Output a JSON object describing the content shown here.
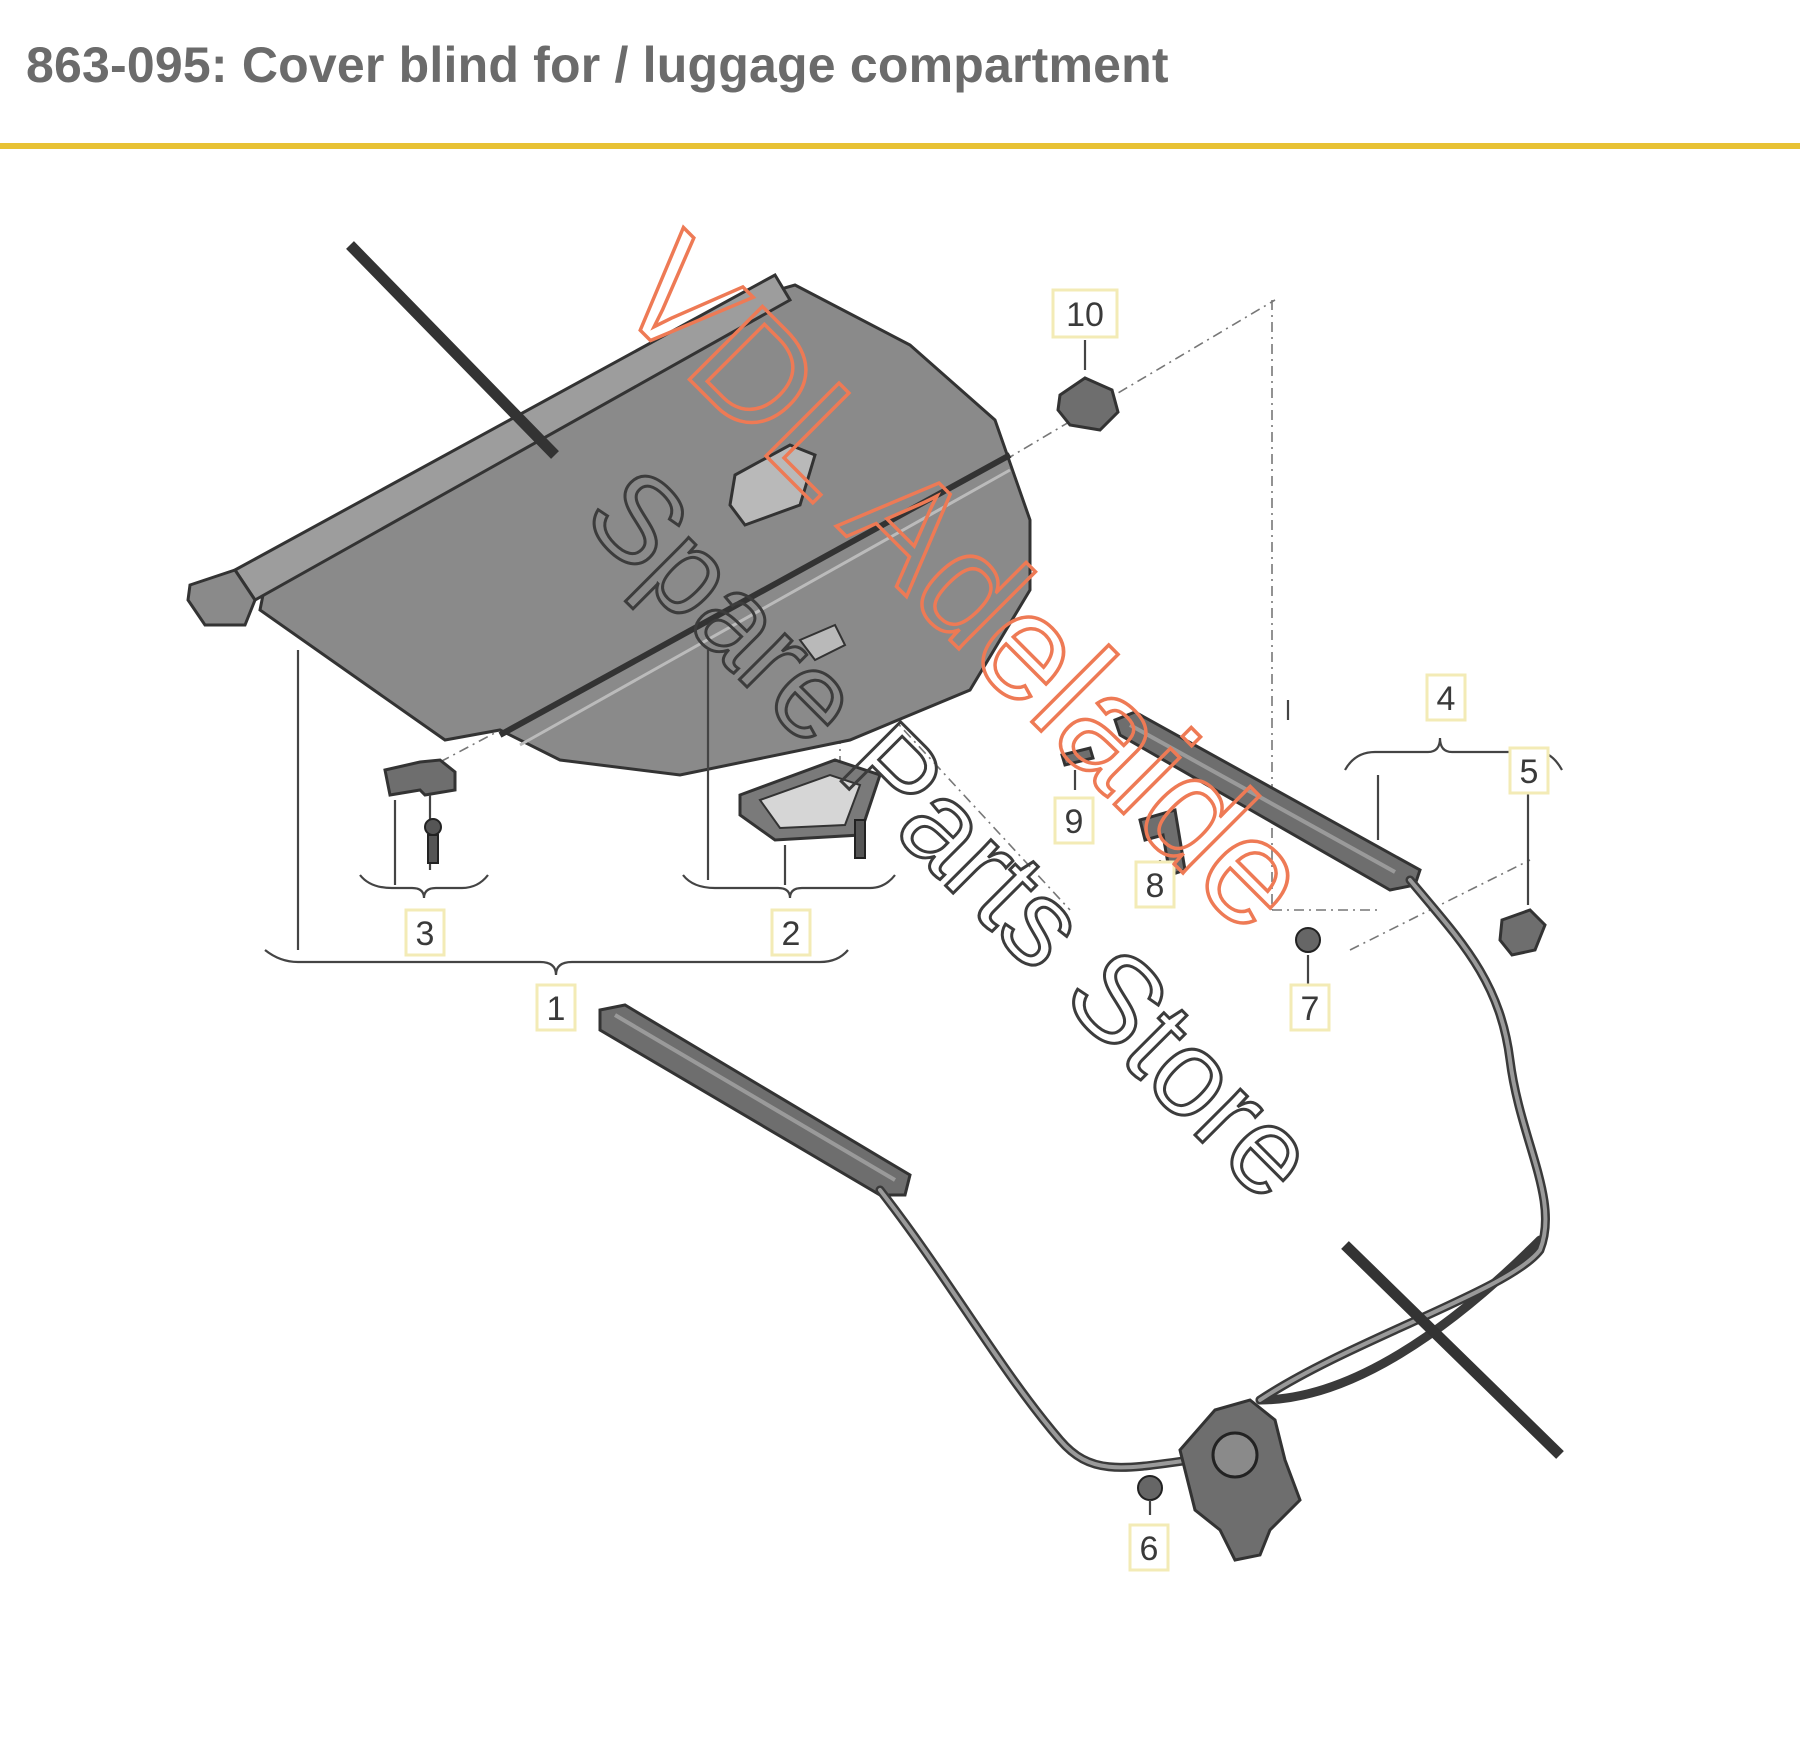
{
  "page": {
    "title": "863-095: Cover blind for / luggage compartment",
    "accent_color": "#e8c234"
  },
  "diagram": {
    "callouts": [
      "1",
      "2",
      "3",
      "4",
      "5",
      "6",
      "7",
      "8",
      "9",
      "10"
    ],
    "parts": [
      "cover-blind-cassette",
      "handle-recess",
      "mounting-bracket",
      "guide-rail-left",
      "guide-rail-right",
      "drive-motor-with-cables",
      "pull-loop-cover"
    ]
  },
  "watermark": {
    "line1": "VDL Adelaide",
    "line2": "Spare Parts Store",
    "color": "#ee7a55"
  }
}
